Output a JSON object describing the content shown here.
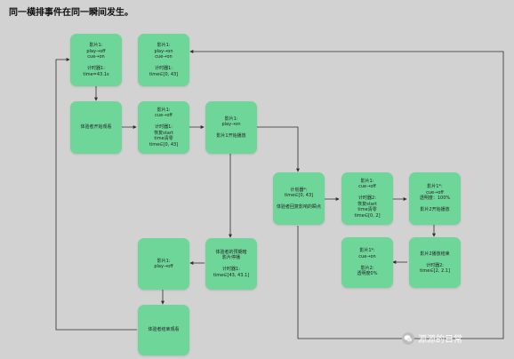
{
  "title": "同一横排事件在同一瞬间发生。",
  "nodes": {
    "n1": "影片1:\nplay→off\ncue→on\n\n计时器1:\ntime=43.1s",
    "n2": "影片1:\nplay→on\ncue→on\n\n计时器1:\ntime∈[0, 43]",
    "n3": "体验者开始观看",
    "n4": "影片1:\ncue→off\n\n计时器1:\n恢复start\ntime清零\ntime∈[0, 43]",
    "n5": "影片1:\nplay→on\n\n影片1开始播放",
    "n6": "计划器*:\ntime∈[0, 43]\n\n体验者回复影响的瞬点",
    "n7": "影片1:\ncue→off\n\n计时器2:\n恢复start\ntime清零\ntime∈[0, 2]",
    "n8": "影片1*:\ncue→off\n透明度：100%\n\n影片2开始播放",
    "n9": "影片1:\nplay→off",
    "n10": "体验者的预期暗\n影片停播\n\n计时器1:\ntime∈[43, 43.1]",
    "n11": "影片1*:\ncue→on\n\n影片2:\n透明度0%",
    "n12": "影片2播放结束\n\n计时器2:\ntime∈[2, 2.1]",
    "n13": "体验者结束观看"
  },
  "watermark": "源源的日常",
  "colors": {
    "node": "#6fd69a",
    "edge": "#2f2f2f",
    "background": "#d2d2d2"
  }
}
